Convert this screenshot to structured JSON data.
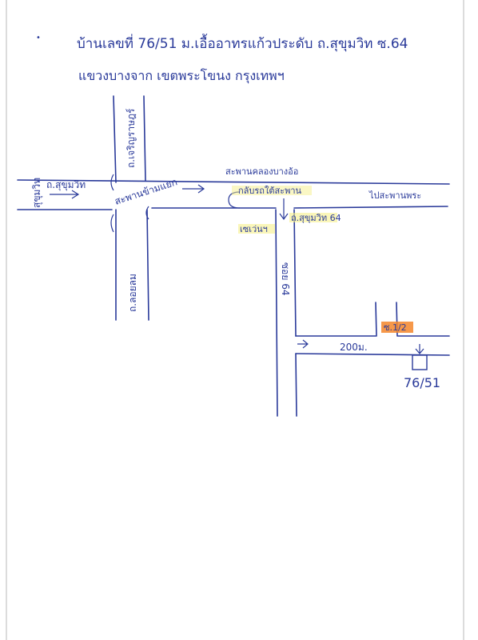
{
  "header": {
    "line1": "บ้านเลขที่ 76/51  ม.เอื้ออาทรแก้วประดับ  ถ.สุขุมวิท ซ.64",
    "line2": "แขวงบางจาก  เขตพระโขนง  กรุงเทพฯ"
  },
  "roads": {
    "left_vertical": "สุขุมวิท",
    "main_left": "ถ.สุขุมวิท",
    "cross_top": "ถ.เจริญราษฎร์",
    "cross_bottom": "ถ.ลอยลม",
    "intersection": "สะพานข้ามแยก",
    "bridge_top": "สะพานคลองบางอ้อ",
    "bridge_mid": "กลับรถใต้สะพาน",
    "right_end": "ไปสะพานพระ",
    "seven_eleven": "เซเว่นฯ",
    "soi64": "ถ.สุขุมวิท 64",
    "soi_vertical": "ซอย 64",
    "distance": "200ม.",
    "soi_sub": "ซ.1/2",
    "house_no": "76/51"
  },
  "colors": {
    "ink": "#2a3a9a",
    "highlight_yellow": "#f6f08a",
    "highlight_orange": "#f5862a",
    "border": "#b8b8b8"
  }
}
